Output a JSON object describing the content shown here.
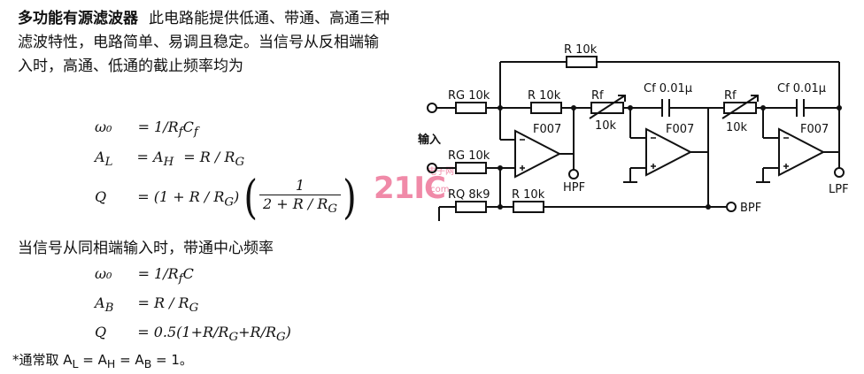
{
  "intro": {
    "title": "多功能有源滤波器",
    "body": "此电路能提供低通、带通、高通三种滤波特性，电路简单、易调且稳定。当信号从反相端输入时，高通、低通的截止频率均为"
  },
  "formulas1": {
    "w0_lhs": "ω₀",
    "w0_rhs": "= 1/R",
    "w0_sub": "f",
    "w0_tail": "C",
    "w0_tail_sub": "f",
    "a_lhs": "A",
    "a_lhs_sub": "L",
    "a_eq1": "= A",
    "a_eq1_sub": "H",
    "a_rhs": "=  R / R",
    "a_rhs_sub": "G",
    "q_lhs": "Q",
    "q_eq": "= (1 + R / R",
    "q_eq_sub": "G",
    "q_close": ")",
    "q_num": "1",
    "q_den": "2 + R / R",
    "q_den_sub": "G"
  },
  "mid_text": "当信号从同相端输入时，带通中心频率",
  "formulas2": {
    "w0_lhs": "ω₀",
    "w0_rhs": "= 1/R",
    "w0_sub": "f",
    "w0_tail": "C",
    "a_lhs": "A",
    "a_lhs_sub": "B",
    "a_rhs": "= R / R",
    "a_rhs_sub": "G",
    "q_lhs": "Q",
    "q_rhs": "= 0.5(1+R/R",
    "q_rhs_sub": "G",
    "q_rhs2": "+R/R",
    "q_rhs2_sub": "G",
    "q_rhs3": ")"
  },
  "note": "*通常取 A",
  "note_rest": "= A",
  "note_sub1": "L",
  "note_sub2": "H",
  "note_tail": "= A",
  "note_sub3": "B",
  "note_end": "= 1。",
  "watermark": {
    "main": "21IC",
    "small1": "电子网",
    "small2": ".com"
  },
  "circuit": {
    "input_label": "输入",
    "rg1": "RG 10k",
    "rg2": "RG 10k",
    "rq": "RQ 8k9",
    "r_top": "R 10k",
    "r_mid": "R 10k",
    "r_low": "R 10k",
    "rf1": "Rf",
    "rf1_val": "10k",
    "rf2": "Rf",
    "rf2_val": "10k",
    "cf1": "Cf 0.01μ",
    "cf2": "Cf 0.01μ",
    "op1": "F007",
    "op2": "F007",
    "op3": "F007",
    "hpf": "HPF",
    "bpf": "BPF",
    "lpf": "LPF"
  }
}
